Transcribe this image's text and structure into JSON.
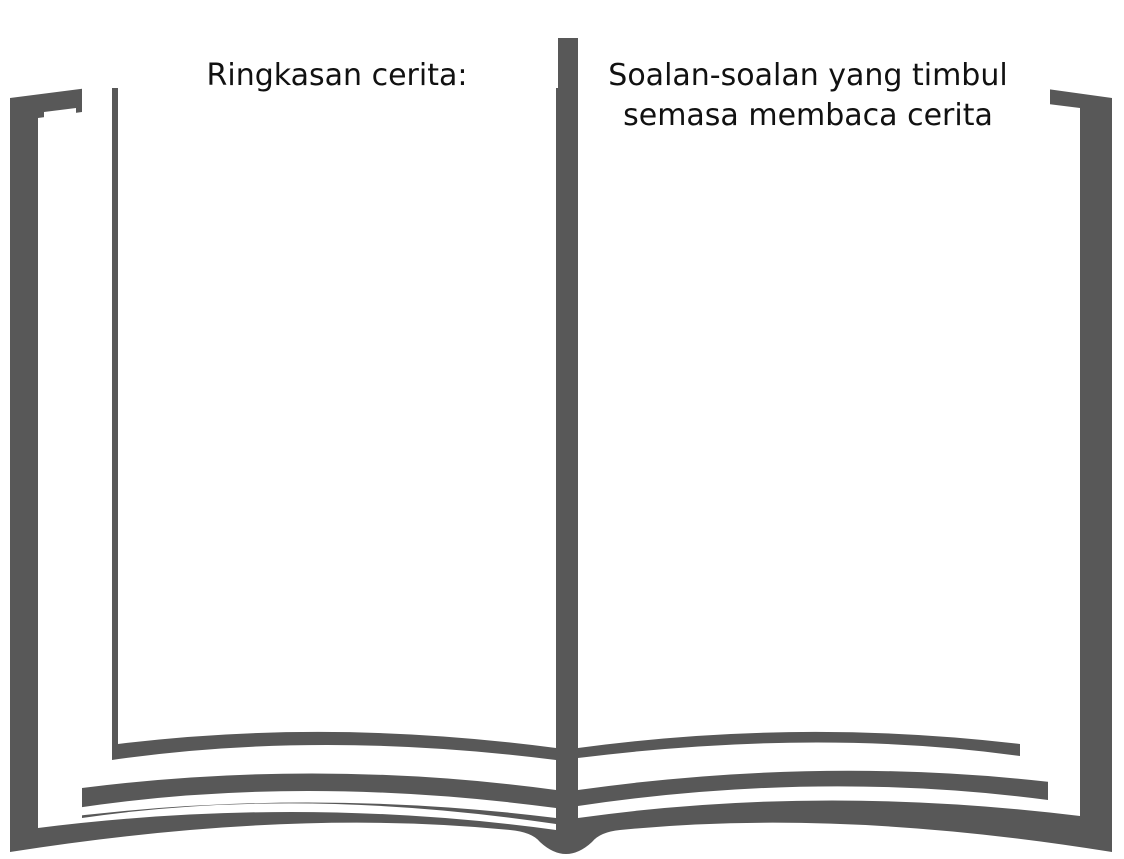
{
  "colors": {
    "book_outline": "#585858",
    "page_fill": "#ffffff",
    "text": "#111111"
  },
  "left_page": {
    "heading": "Ringkasan cerita:"
  },
  "right_page": {
    "heading_line_1": "Soalan-soalan yang timbul",
    "heading_line_2": "semasa membaca cerita"
  }
}
